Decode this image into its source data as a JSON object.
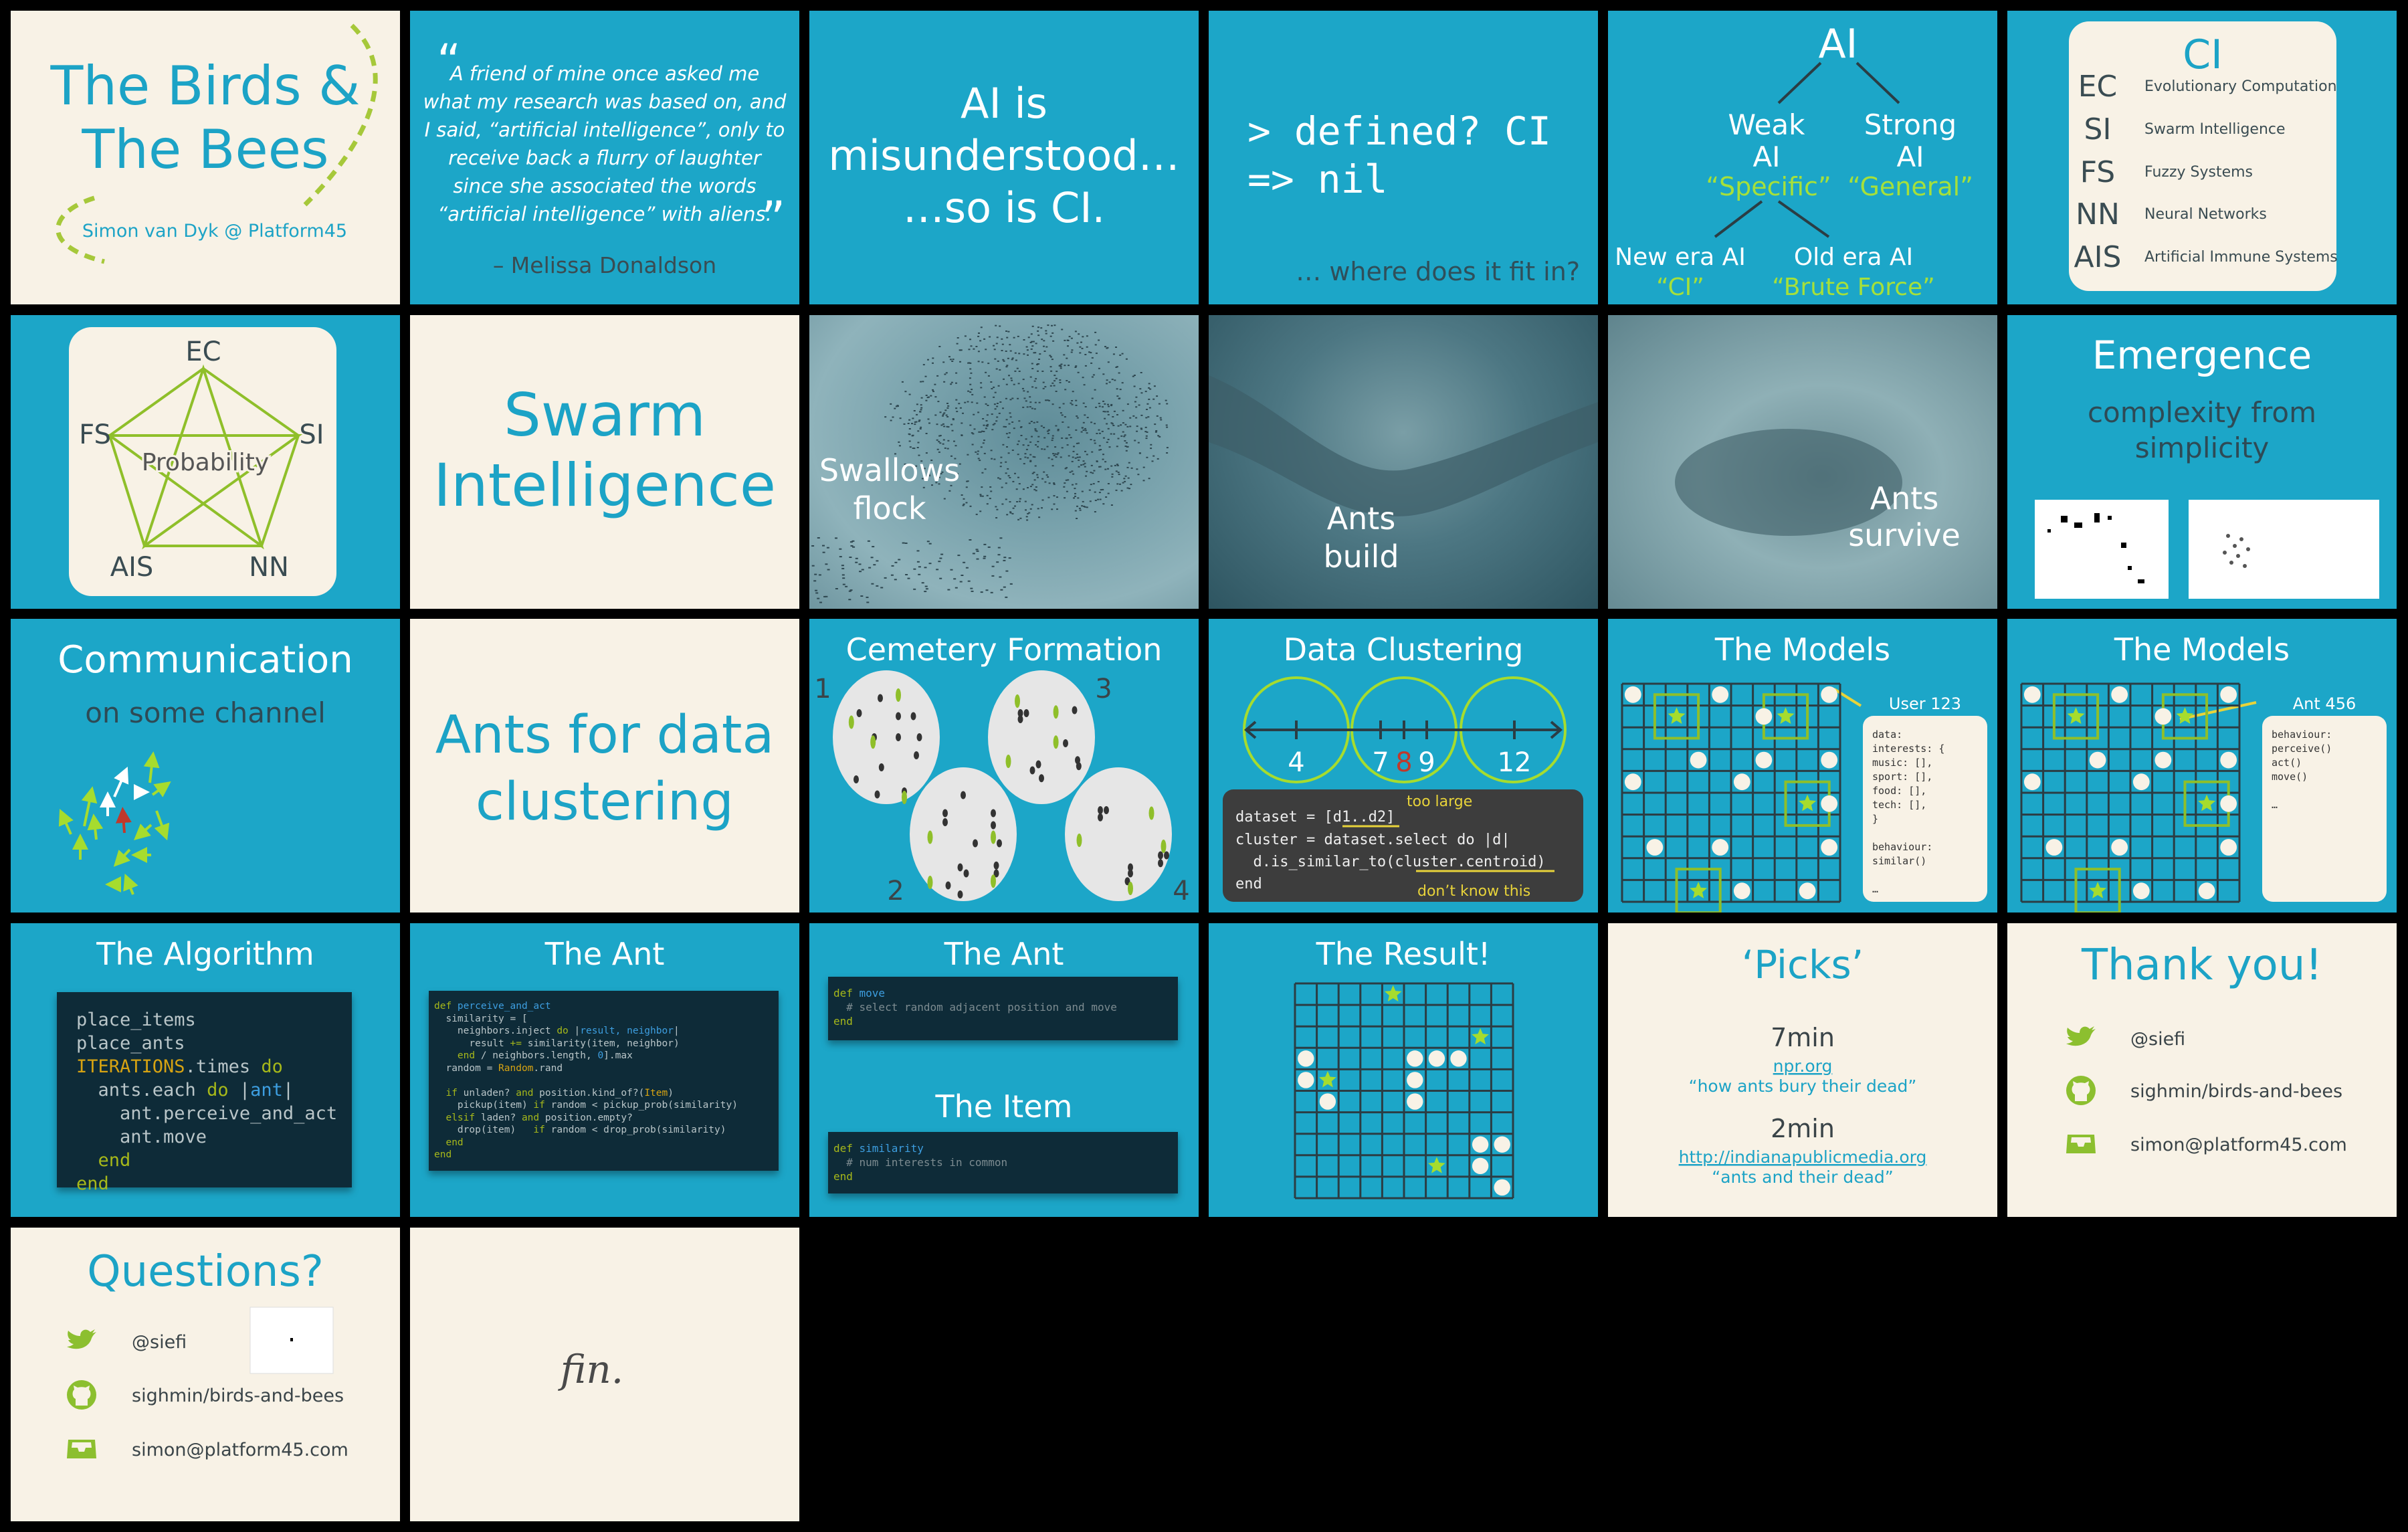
{
  "colors": {
    "slide_blue": "#1ca6c8",
    "cream": "#f8f2e6",
    "accent_green": "#9fd13a",
    "title_blue": "#1ca3c6",
    "code_bg": "#0e2b38",
    "highlight_red": "#c0392b",
    "note_yellow": "#e8d33a"
  },
  "s1": {
    "title_line1": "The Birds &",
    "title_line2": "The Bees",
    "subtitle": "Simon van Dyk @ Platform45"
  },
  "s2": {
    "quote_lines": [
      "A friend of mine once asked me",
      "what my research was based on, and",
      "I said, “artificial intelligence”, only to",
      "receive back a flurry of laughter",
      "since she associated the words",
      "“artificial intelligence” with aliens."
    ],
    "author": "– Melissa Donaldson"
  },
  "s3": {
    "lines": [
      "AI is",
      "misunderstood…",
      "…so is CI."
    ]
  },
  "s4": {
    "line1": "> defined? CI",
    "line2": "=> nil",
    "footer": "… where does it fit in?"
  },
  "s5": {
    "root": "AI",
    "weak": "Weak",
    "weak_ai": "AI",
    "weak_label": "“Specific”",
    "strong": "Strong",
    "strong_ai": "AI",
    "strong_label": "“General”",
    "new_era": "New era AI",
    "new_label": "“CI”",
    "old_era": "Old era AI",
    "old_label": "“Brute Force”"
  },
  "s6": {
    "title": "CI",
    "items": [
      {
        "abbr": "EC",
        "name": "Evolutionary Computation"
      },
      {
        "abbr": "SI",
        "name": "Swarm Intelligence"
      },
      {
        "abbr": "FS",
        "name": "Fuzzy Systems"
      },
      {
        "abbr": "NN",
        "name": "Neural Networks"
      },
      {
        "abbr": "AIS",
        "name": "Artificial Immune Systems"
      }
    ]
  },
  "s7": {
    "ec": "EC",
    "fs": "FS",
    "si": "SI",
    "ais": "AIS",
    "nn": "NN",
    "center": "Probability"
  },
  "s8": {
    "line1": "Swarm",
    "line2": "Intelligence"
  },
  "s9": {
    "line1": "Swallows",
    "line2": "flock"
  },
  "s10": {
    "line1": "Ants",
    "line2": "build"
  },
  "s11": {
    "line1": "Ants",
    "line2": "survive"
  },
  "s12": {
    "title": "Emergence",
    "sub1": "complexity from",
    "sub2": "simplicity"
  },
  "s13": {
    "title": "Communication",
    "subtitle": "on some channel"
  },
  "s14": {
    "line1": "Ants for data",
    "line2": "clustering"
  },
  "s15": {
    "title": "Cemetery Formation",
    "labels": [
      "1",
      "2",
      "3",
      "4"
    ]
  },
  "s16": {
    "title": "Data Clustering",
    "numbers": [
      "4",
      "7",
      "8",
      "9",
      "12"
    ],
    "code": [
      "dataset = [d1..d2]",
      "cluster = dataset.select do |d|",
      "  d.is_similar_to(cluster.centroid)",
      "end"
    ],
    "note_top": "too large",
    "note_bottom": "don’t know this"
  },
  "s17": {
    "title": "The Models",
    "card_title": "User 123",
    "card_lines": [
      "data:",
      "  interests: {",
      "    music: [],",
      "    sport: [],",
      "    food:  [],",
      "    tech:  [],",
      "  }",
      "",
      "behaviour:",
      "  similar()",
      "",
      "…"
    ]
  },
  "s18": {
    "title": "The Models",
    "card_title": "Ant 456",
    "card_lines": [
      "behaviour:",
      "  perceive()",
      "  act()",
      "  move()",
      "",
      "…"
    ]
  },
  "s19": {
    "title": "The Algorithm",
    "code": [
      [
        [
          "place_items",
          "txt"
        ]
      ],
      [
        [
          "place_ants",
          "txt"
        ]
      ],
      [
        [
          "ITERATIONS",
          "const"
        ],
        [
          ".times ",
          "txt"
        ],
        [
          "do",
          "kw"
        ]
      ],
      [
        [
          "  ants.each ",
          "txt"
        ],
        [
          "do",
          "kw"
        ],
        [
          " |",
          "txt"
        ],
        [
          "ant",
          "fn"
        ],
        [
          "|",
          "txt"
        ]
      ],
      [
        [
          "    ant.perceive_and_act",
          "txt"
        ]
      ],
      [
        [
          "    ant.move",
          "txt"
        ]
      ],
      [
        [
          "  end",
          "kw"
        ]
      ],
      [
        [
          "end",
          "kw"
        ]
      ]
    ]
  },
  "s20": {
    "title": "The Ant",
    "code": [
      [
        [
          "def ",
          "kw"
        ],
        [
          "perceive_and_act",
          "fn"
        ]
      ],
      [
        [
          "  similarity = [",
          "txt"
        ]
      ],
      [
        [
          "    neighbors.inject ",
          "txt"
        ],
        [
          "do",
          "kw"
        ],
        [
          " |",
          "txt"
        ],
        [
          "result, neighbor",
          "fn"
        ],
        [
          "|",
          "txt"
        ]
      ],
      [
        [
          "      result ",
          "txt"
        ],
        [
          "+=",
          "kw"
        ],
        [
          " similarity(item, neighbor)",
          "txt"
        ]
      ],
      [
        [
          "    end",
          "kw"
        ],
        [
          " / neighbors.length, ",
          "txt"
        ],
        [
          "0",
          "fn"
        ],
        [
          "].max",
          "txt"
        ]
      ],
      [
        [
          "  random = ",
          "txt"
        ],
        [
          "Random",
          "const"
        ],
        [
          ".rand",
          "txt"
        ]
      ],
      [
        [
          "",
          "txt"
        ]
      ],
      [
        [
          "  if",
          "kw"
        ],
        [
          " unladen? ",
          "txt"
        ],
        [
          "and",
          "kw"
        ],
        [
          " position.kind_of?(",
          "txt"
        ],
        [
          "Item",
          "const"
        ],
        [
          ")",
          "txt"
        ]
      ],
      [
        [
          "    pickup(item) ",
          "txt"
        ],
        [
          "if",
          "kw"
        ],
        [
          " random < pickup_prob(similarity)",
          "txt"
        ]
      ],
      [
        [
          "  elsif",
          "kw"
        ],
        [
          " laden? ",
          "txt"
        ],
        [
          "and",
          "kw"
        ],
        [
          " position.empty?",
          "txt"
        ]
      ],
      [
        [
          "    drop(item)   ",
          "txt"
        ],
        [
          "if",
          "kw"
        ],
        [
          " random < drop_prob(similarity)",
          "txt"
        ]
      ],
      [
        [
          "  end",
          "kw"
        ]
      ],
      [
        [
          "end",
          "kw"
        ]
      ]
    ]
  },
  "s21": {
    "title": "The Ant",
    "code1": [
      [
        [
          "def ",
          "kw"
        ],
        [
          "move",
          "fn"
        ]
      ],
      [
        [
          "  # select random adjacent position and move",
          "com"
        ]
      ],
      [
        [
          "end",
          "kw"
        ]
      ]
    ],
    "title2": "The Item",
    "code2": [
      [
        [
          "def ",
          "kw"
        ],
        [
          "similarity",
          "fn"
        ]
      ],
      [
        [
          "  # num interests in common",
          "com"
        ]
      ],
      [
        [
          "end",
          "kw"
        ]
      ]
    ]
  },
  "s22": {
    "title": "The Result!"
  },
  "s23": {
    "title": "‘Picks’",
    "pick1_time": "7min",
    "pick1_link": "npr.org",
    "pick1_desc": "“how ants bury their dead”",
    "pick2_time": "2min",
    "pick2_link": "http://indianapublicmedia.org",
    "pick2_desc": "“ants and their dead”"
  },
  "s24": {
    "title": "Thank you!",
    "twitter": "@siefi",
    "github": "sighmin/birds-and-bees",
    "email": "simon@platform45.com"
  },
  "s25": {
    "title": "Questions?",
    "twitter": "@siefi",
    "github": "sighmin/birds-and-bees",
    "email": "simon@platform45.com"
  },
  "s26": {
    "text": "fin."
  }
}
